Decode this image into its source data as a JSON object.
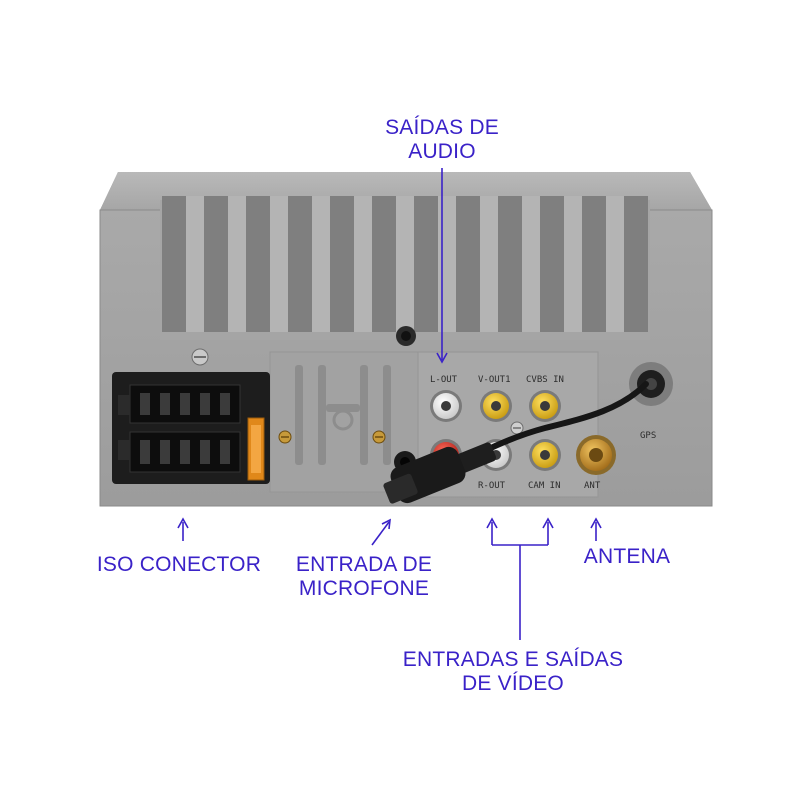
{
  "colors": {
    "annotation": "#3a22c8",
    "housing": "#a3a3a3",
    "housing_dark": "#8e8e8e",
    "connector": "#1f1f1f",
    "rca_white": "#f2f2f2",
    "rca_yellow": "#e7bd1b",
    "rca_red": "#d6302a",
    "antenna_brass": "#cf9a38",
    "fuse_orange": "#e0881a"
  },
  "labels": {
    "audio_out_line1": "SAÍDAS DE",
    "audio_out_line2": "AUDIO",
    "iso_connector": "ISO CONECTOR",
    "mic_in_line1": "ENTRADA DE",
    "mic_in_line2": "MICROFONE",
    "antenna": "ANTENA",
    "video_line1": "ENTRADAS E SAÍDAS",
    "video_line2": "DE VÍDEO"
  },
  "panel_markings": {
    "l_out": "L-OUT",
    "v_out": "V-OUT1",
    "cvbs_in": "CVBS IN",
    "r_out": "R-OUT",
    "rev_cam": "CAM IN",
    "ant": "ANT",
    "gps": "GPS"
  },
  "icons": [
    "arrow-icon",
    "screw-icon",
    "rca-jack-icon",
    "iso-connector-icon",
    "microphone-cable-icon",
    "antenna-port-icon"
  ]
}
